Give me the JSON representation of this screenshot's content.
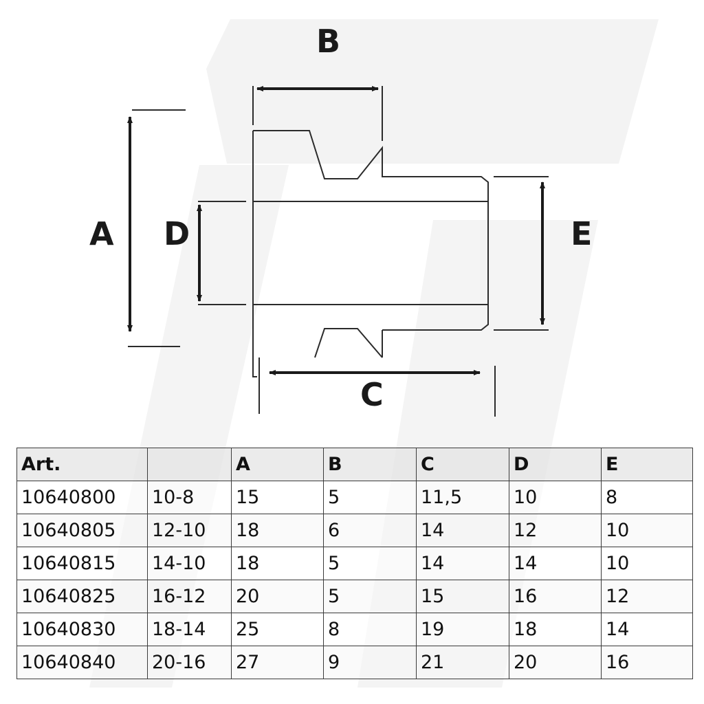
{
  "drawing": {
    "dimension_labels": {
      "a": "A",
      "b": "B",
      "c": "C",
      "d": "D",
      "e": "E"
    },
    "colors": {
      "line": "#2b2b2b",
      "watermark": "#f2f2f2"
    }
  },
  "table": {
    "headers": [
      "Art.",
      "",
      "A",
      "B",
      "C",
      "D",
      "E"
    ],
    "rows": [
      [
        "10640800",
        "10-8",
        "15",
        "5",
        "11,5",
        "10",
        "8"
      ],
      [
        "10640805",
        "12-10",
        "18",
        "6",
        "14",
        "12",
        "10"
      ],
      [
        "10640815",
        "14-10",
        "18",
        "5",
        "14",
        "14",
        "10"
      ],
      [
        "10640825",
        "16-12",
        "20",
        "5",
        "15",
        "16",
        "12"
      ],
      [
        "10640830",
        "18-14",
        "25",
        "8",
        "19",
        "18",
        "14"
      ],
      [
        "10640840",
        "20-16",
        "27",
        "9",
        "21",
        "20",
        "16"
      ]
    ]
  }
}
